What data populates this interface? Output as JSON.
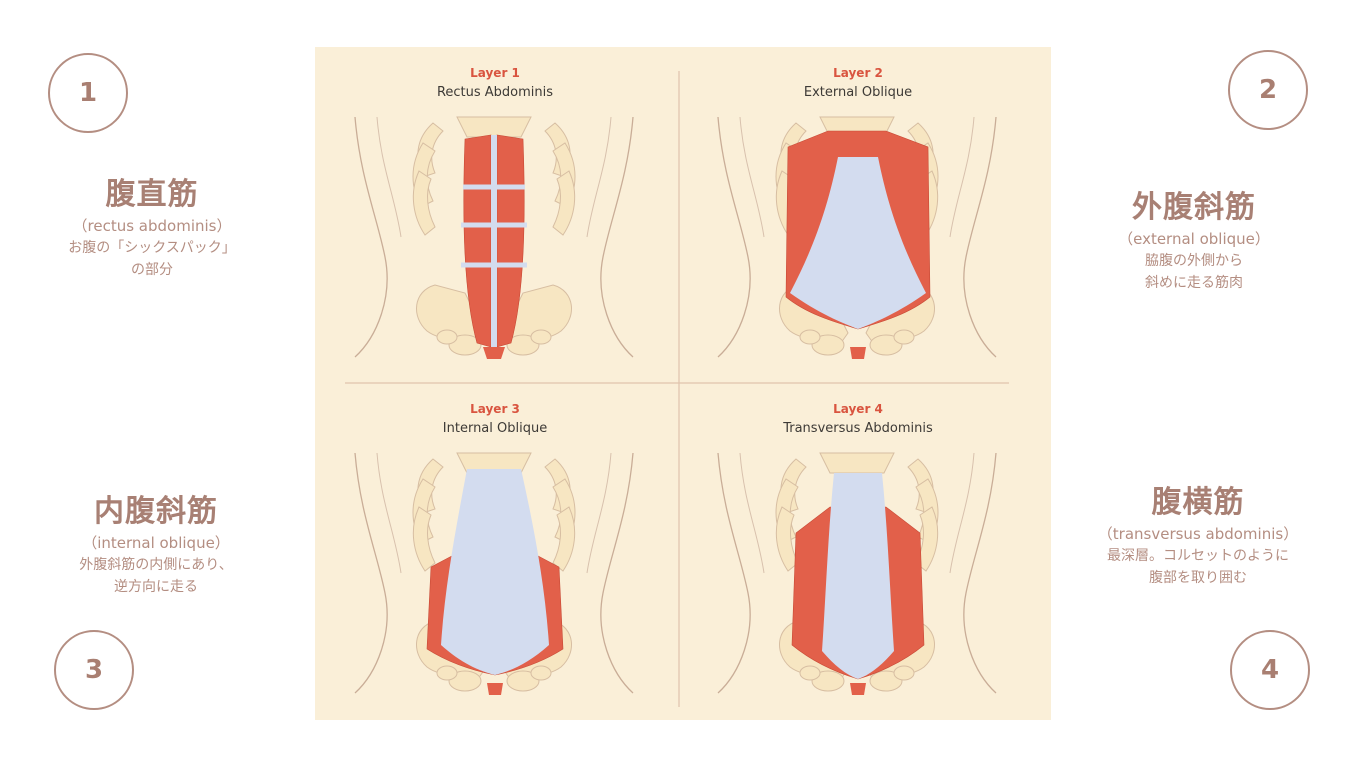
{
  "items": [
    {
      "number": "1",
      "title": "腹直筋",
      "latin": "（rectus abdominis）",
      "lines": [
        "お腹の「シックスパック」",
        "の部分"
      ]
    },
    {
      "number": "2",
      "title": "外腹斜筋",
      "latin": "（external oblique）",
      "lines": [
        "脇腹の外側から",
        "斜めに走る筋肉"
      ]
    },
    {
      "number": "3",
      "title": "内腹斜筋",
      "latin": "（internal oblique）",
      "lines": [
        "外腹斜筋の内側にあり、",
        "逆方向に走る"
      ]
    },
    {
      "number": "4",
      "title": "腹横筋",
      "latin": "（transversus abdominis）",
      "lines": [
        "最深層。コルセットのように",
        "腹部を取り囲む"
      ]
    }
  ],
  "diagram": {
    "layers": [
      {
        "label": "Layer 1",
        "name": "Rectus Abdominis"
      },
      {
        "label": "Layer 2",
        "name": "External Oblique"
      },
      {
        "label": "Layer 3",
        "name": "Internal Oblique"
      },
      {
        "label": "Layer 4",
        "name": "Transversus Abdominis"
      }
    ]
  },
  "colors": {
    "accent": "#b48e82",
    "panel_bg": "#faefd8",
    "muscle": "#e2604a",
    "fascia": "#d3dcef",
    "bone": "#f7e6c2"
  }
}
